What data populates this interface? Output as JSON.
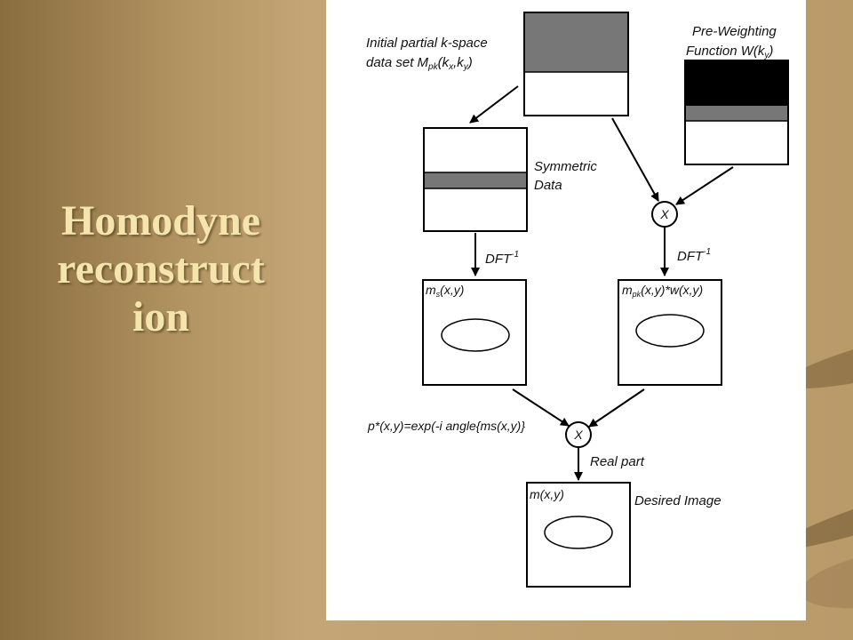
{
  "slide": {
    "title_lines": [
      "Homodyne",
      "reconstruct",
      "ion"
    ]
  },
  "diagram": {
    "kspace_label": {
      "line1": "Initial partial k-space",
      "line2_main": "data set M",
      "line2_sub": "pk",
      "line2_args": "(k",
      "kx_sub": "x",
      "comma": ",k",
      "ky_sub": "y",
      "close": ")"
    },
    "weighting_label": {
      "line1": "Pre-Weighting",
      "line2_main": "Function W(k",
      "ky_sub": "y",
      "close": ")"
    },
    "symmetric_label": {
      "line1": "Symmetric",
      "line2": "Data"
    },
    "multiply_symbol": "X",
    "dft_left": {
      "main": "DFT",
      "sup": "-1"
    },
    "dft_right": {
      "main": "DFT",
      "sup": "-1"
    },
    "ms_label": {
      "main": "m",
      "sub": "s",
      "args": "(x,y)"
    },
    "mpk_label": {
      "main": "m",
      "sub": "pk",
      "args": "(x,y)*w(x,y)"
    },
    "phase_label": "p*(x,y)=exp(-i angle{ms(x,y)}",
    "real_part_label": "Real part",
    "m_label": "m(x,y)",
    "desired_label": "Desired Image"
  }
}
